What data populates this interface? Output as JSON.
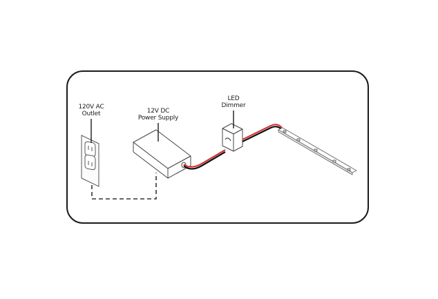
{
  "diagram": {
    "type": "wiring-diagram",
    "colors": {
      "outline": "#1a1a1a",
      "component_stroke": "#555555",
      "wire_positive": "#d42a2a",
      "wire_negative": "#111111",
      "background": "#ffffff"
    },
    "components": [
      {
        "id": "outlet",
        "label_line1": "120V AC",
        "label_line2": "Outlet",
        "icon": "wall-outlet-icon"
      },
      {
        "id": "power_supply",
        "label_line1": "12V DC",
        "label_line2": "Power Supply",
        "icon": "power-supply-icon"
      },
      {
        "id": "dimmer",
        "label_line1": "LED",
        "label_line2": "Dimmer",
        "icon": "dimmer-icon"
      },
      {
        "id": "led_strip",
        "icon": "led-strip-icon"
      }
    ],
    "connections": [
      {
        "from": "outlet",
        "to": "power_supply",
        "style": "dashed"
      },
      {
        "from": "power_supply",
        "to": "dimmer",
        "style": "red-black-wire"
      },
      {
        "from": "dimmer",
        "to": "led_strip",
        "style": "red-black-wire"
      }
    ]
  }
}
